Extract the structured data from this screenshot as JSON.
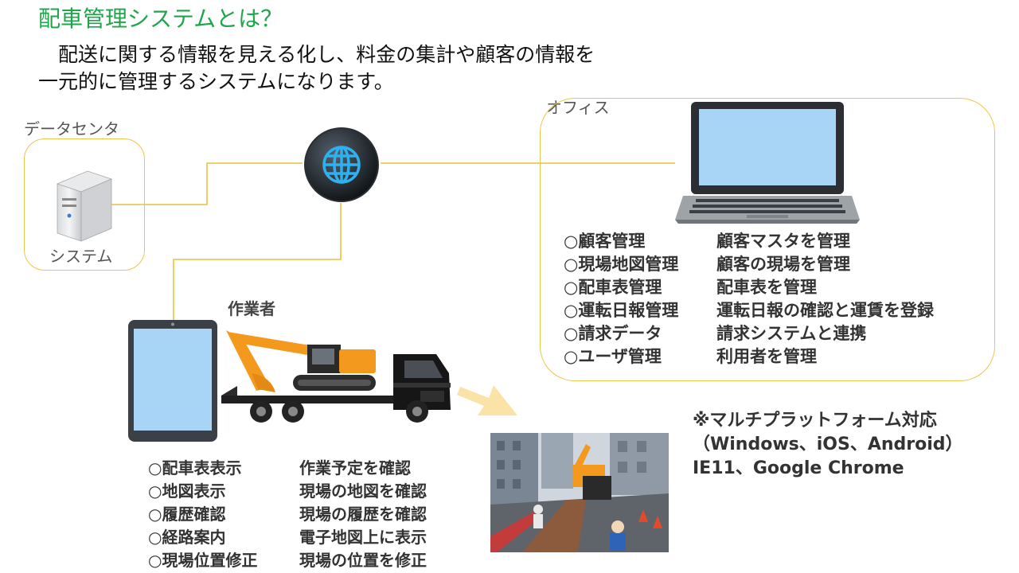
{
  "header": {
    "title": "配車管理システムとは？",
    "intro_line1": "　配送に関する情報を見える化し、料金の集計や顧客の情報を",
    "intro_line2": "一元的に管理するシステムになります。"
  },
  "datacenter": {
    "label": "データセンタ",
    "server_label": "システム"
  },
  "office": {
    "label": "オフィス",
    "features": [
      {
        "name": "○顧客管理",
        "desc": "顧客マスタを管理"
      },
      {
        "name": "○現場地図管理",
        "desc": "顧客の現場を管理"
      },
      {
        "name": "○配車表管理",
        "desc": "配車表を管理"
      },
      {
        "name": "○運転日報管理",
        "desc": "運転日報の確認と運賃を登録"
      },
      {
        "name": "○請求データ",
        "desc": "請求システムと連携"
      },
      {
        "name": "○ユーザ管理",
        "desc": "利用者を管理"
      }
    ]
  },
  "worker": {
    "label": "作業者",
    "features": [
      {
        "name": "○配車表表示",
        "desc": "作業予定を確認"
      },
      {
        "name": "○地図表示",
        "desc": "現場の地図を確認"
      },
      {
        "name": "○履歴確認",
        "desc": "現場の履歴を確認"
      },
      {
        "name": "○経路案内",
        "desc": "電子地図上に表示"
      },
      {
        "name": "○現場位置修正",
        "desc": "現場の位置を修正"
      }
    ]
  },
  "platform": {
    "line1": "※マルチプラットフォーム対応",
    "line2": "（Windows、iOS、Android）",
    "line3": "IE11、Google Chrome"
  },
  "colors": {
    "title": "#1fa54a",
    "accent_line": "#e8c23e",
    "screen": "#a8d4f5",
    "excavator": "#f39a1e"
  },
  "icons": [
    "server-icon",
    "globe-icon",
    "laptop-icon",
    "tablet-icon",
    "truck-icon",
    "arrow-icon",
    "construction-photo"
  ]
}
